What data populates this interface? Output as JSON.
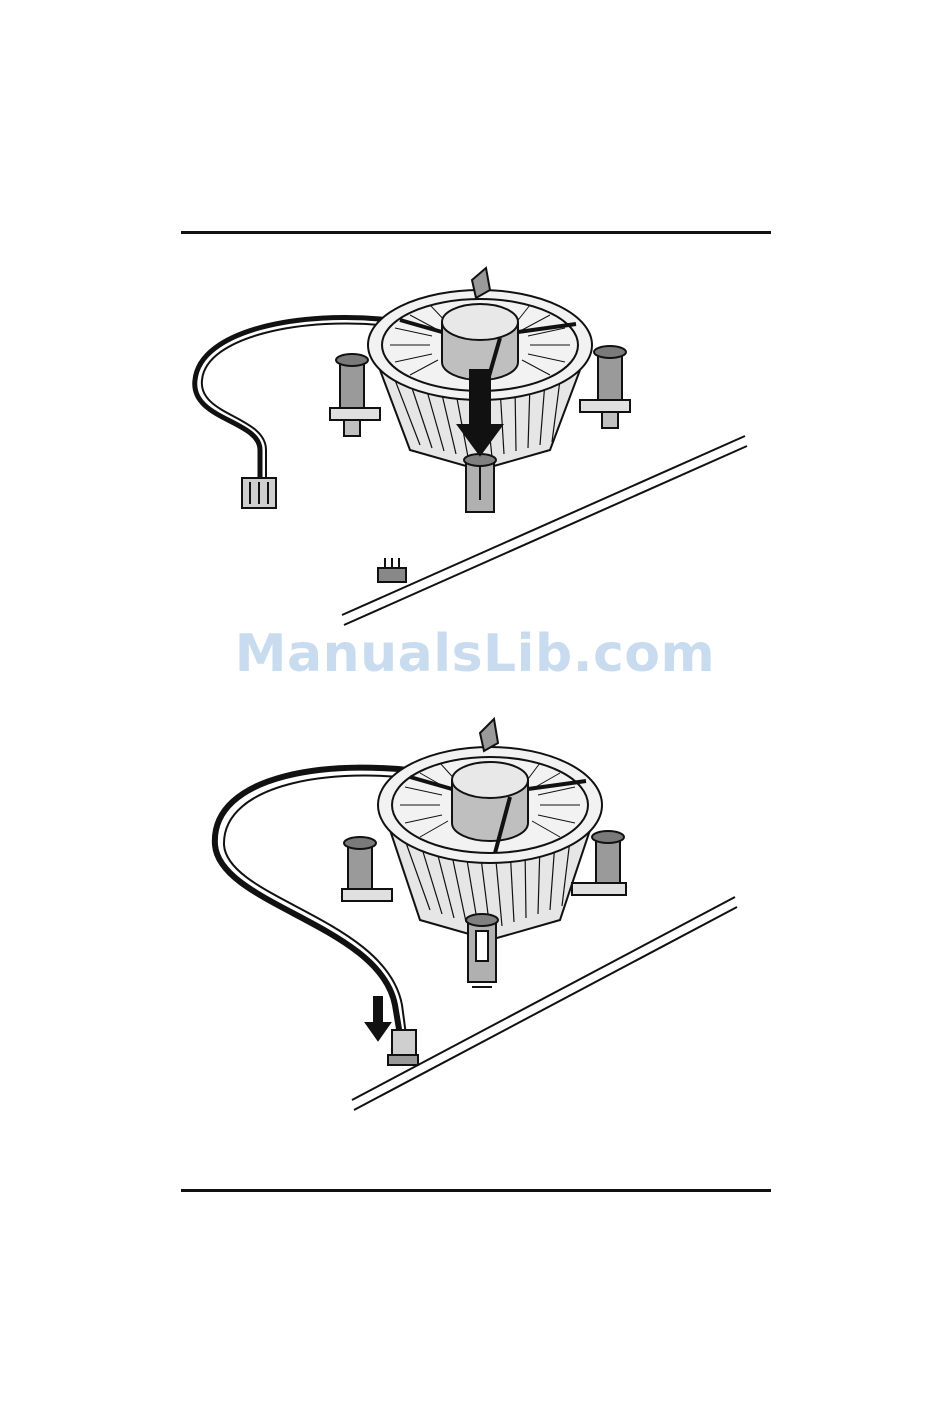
{
  "page": {
    "watermark": "ManualsLib.com",
    "figures": [
      {
        "id": "fig-press-push-pins",
        "depicts": "cpu-cooler-with-push-pin-arrow-down"
      },
      {
        "id": "fig-connect-fan-cable",
        "depicts": "cpu-fan-cable-connect-to-header"
      }
    ],
    "colors": {
      "line": "#111111",
      "fan_fill": "#d8d8d8",
      "hub_fill": "#bfbfbf",
      "watermark": "#c9dcef"
    }
  }
}
